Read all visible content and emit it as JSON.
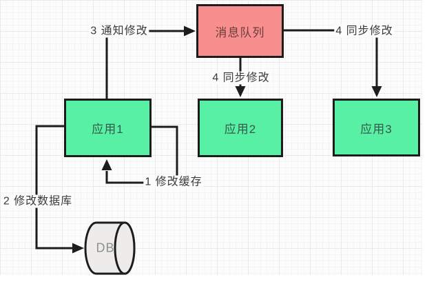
{
  "diagram": {
    "type": "flowchart",
    "nodes": {
      "message_queue": {
        "label": "消息队列",
        "shape": "rect",
        "fill": "#f78f8f"
      },
      "app1": {
        "label": "应用1",
        "shape": "rect",
        "fill": "#57f0a5"
      },
      "app2": {
        "label": "应用2",
        "shape": "rect",
        "fill": "#57f0a5"
      },
      "app3": {
        "label": "应用3",
        "shape": "rect",
        "fill": "#57f0a5"
      },
      "db": {
        "label": "DB",
        "shape": "cylinder",
        "fill": "#edecea"
      }
    },
    "edges": {
      "cache": {
        "label": "1 修改缓存",
        "from": "app1",
        "to": "app1"
      },
      "db_write": {
        "label": "2 修改数据库",
        "from": "app1",
        "to": "db"
      },
      "notify": {
        "label": "3 通知修改",
        "from": "app1",
        "to": "message_queue"
      },
      "sync_middle": {
        "label": "4 同步修改",
        "from": "message_queue",
        "to": "app2"
      },
      "sync_right": {
        "label": "4 同步修改",
        "from": "message_queue",
        "to": "app3"
      }
    },
    "colors": {
      "line": "#1d1d1d",
      "node_border": "#1c1c1c",
      "node_pink": "#f78f8f",
      "node_green": "#57f0a5",
      "db_fill": "#edecea",
      "db_text": "#8f8f8f",
      "label_text": "#3a3a3a",
      "canvas_bg": "#fcfcfc",
      "grid_minor": "#f4f4f4",
      "grid_major": "#e9e9e9"
    }
  }
}
